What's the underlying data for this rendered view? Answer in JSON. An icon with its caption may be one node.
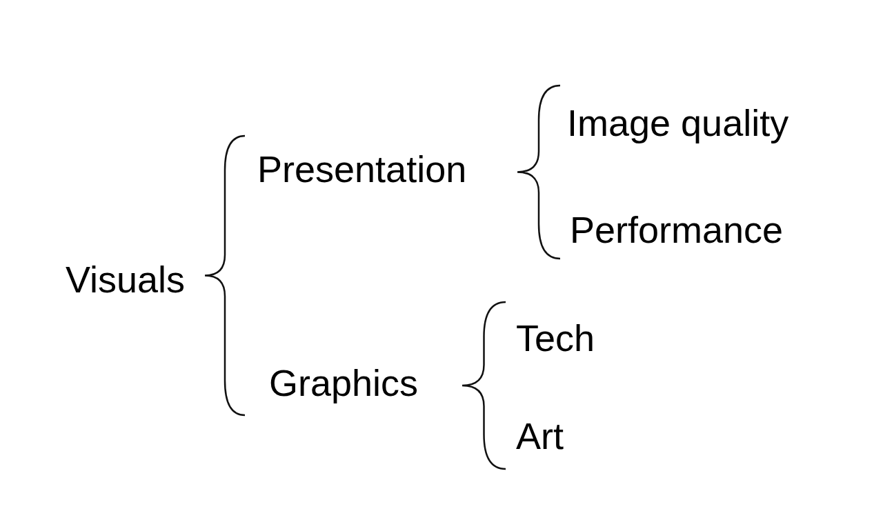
{
  "diagram": {
    "labels": [
      "Image quality",
      "Presentation",
      "Performance",
      "Visuals",
      "Tech",
      "Graphics",
      "Art"
    ]
  }
}
